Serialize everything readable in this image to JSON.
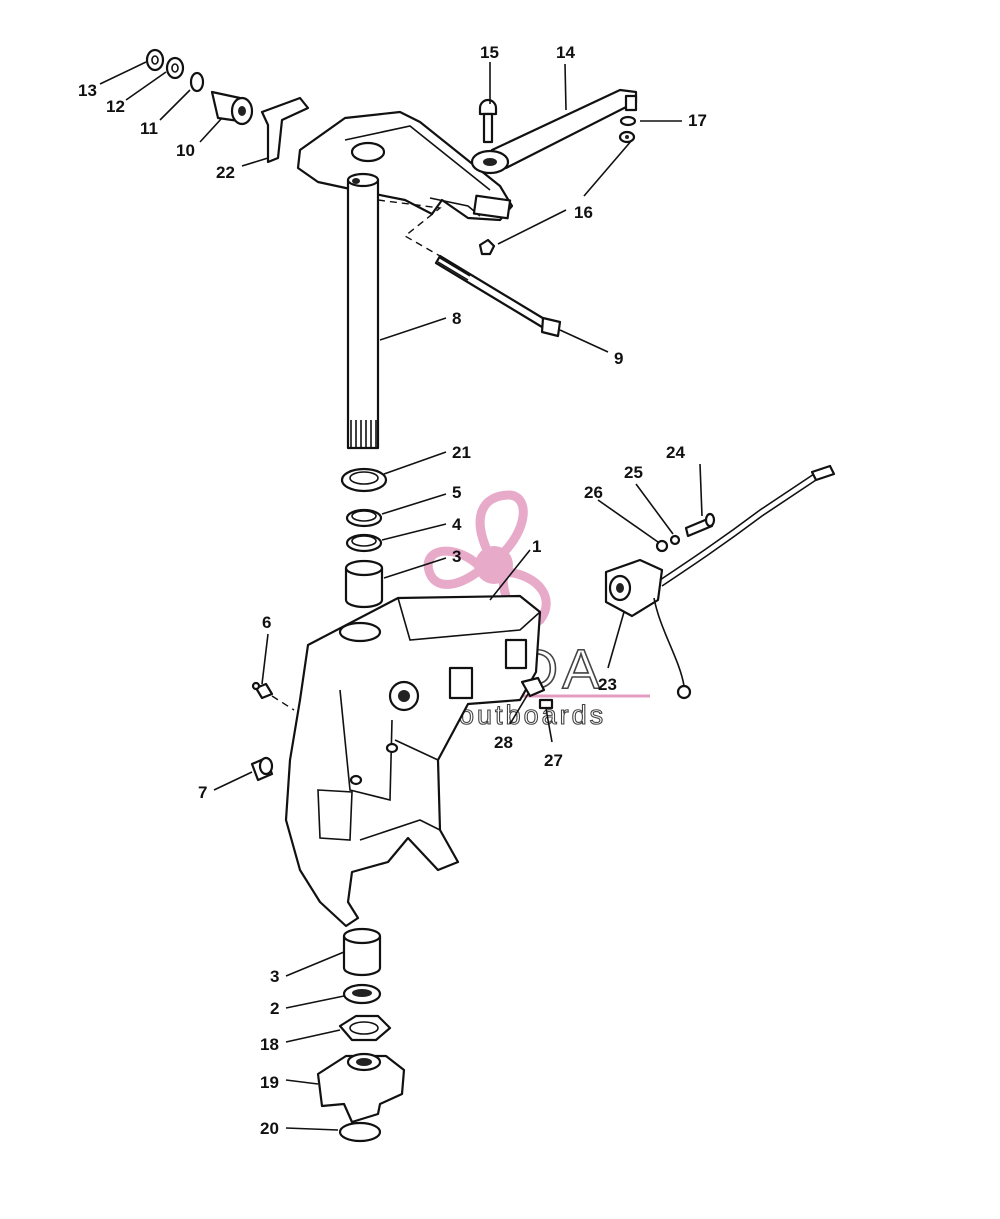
{
  "watermark": {
    "title": "ARMADA",
    "subtitle": "marine outboards",
    "logo_color": "#e39cc0"
  },
  "callouts": [
    {
      "id": "c13",
      "label": "13"
    },
    {
      "id": "c12",
      "label": "12"
    },
    {
      "id": "c11",
      "label": "11"
    },
    {
      "id": "c10",
      "label": "10"
    },
    {
      "id": "c22",
      "label": "22"
    },
    {
      "id": "c15",
      "label": "15"
    },
    {
      "id": "c14",
      "label": "14"
    },
    {
      "id": "c17",
      "label": "17"
    },
    {
      "id": "c16",
      "label": "16"
    },
    {
      "id": "c8",
      "label": "8"
    },
    {
      "id": "c9",
      "label": "9"
    },
    {
      "id": "c21",
      "label": "21"
    },
    {
      "id": "c5",
      "label": "5"
    },
    {
      "id": "c4",
      "label": "4"
    },
    {
      "id": "c3a",
      "label": "3"
    },
    {
      "id": "c1",
      "label": "1"
    },
    {
      "id": "c24",
      "label": "24"
    },
    {
      "id": "c25",
      "label": "25"
    },
    {
      "id": "c26",
      "label": "26"
    },
    {
      "id": "c6",
      "label": "6"
    },
    {
      "id": "c23",
      "label": "23"
    },
    {
      "id": "c28",
      "label": "28"
    },
    {
      "id": "c27",
      "label": "27"
    },
    {
      "id": "c7",
      "label": "7"
    },
    {
      "id": "c3b",
      "label": "3"
    },
    {
      "id": "c2",
      "label": "2"
    },
    {
      "id": "c18",
      "label": "18"
    },
    {
      "id": "c19",
      "label": "19"
    },
    {
      "id": "c20",
      "label": "20"
    }
  ]
}
